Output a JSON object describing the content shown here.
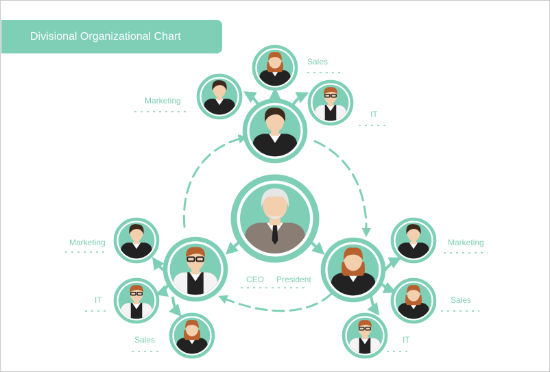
{
  "title": "Divisional Organizational Chart",
  "colors": {
    "accent": "#7ecfb5",
    "ring": "#7ecfb5",
    "skin": "#f3cfae",
    "hair_dark": "#3d2a1c",
    "hair_red": "#b8612f",
    "suit": "#222222",
    "ceo_suit": "#8a7e74"
  },
  "center": {
    "role": "CEO",
    "label_ceo": "CEO",
    "label_president": "President"
  },
  "divisions": [
    {
      "id": "top",
      "head": "male",
      "members": [
        {
          "label": "Marketing",
          "avatar": "male"
        },
        {
          "label": "Sales",
          "avatar": "female"
        },
        {
          "label": "IT",
          "avatar": "glasses"
        }
      ]
    },
    {
      "id": "left",
      "head": "glasses",
      "members": [
        {
          "label": "Marketing",
          "avatar": "male"
        },
        {
          "label": "IT",
          "avatar": "glasses"
        },
        {
          "label": "Sales",
          "avatar": "female"
        }
      ]
    },
    {
      "id": "right",
      "head": "female",
      "members": [
        {
          "label": "Marketing",
          "avatar": "male"
        },
        {
          "label": "Sales",
          "avatar": "female"
        },
        {
          "label": "IT",
          "avatar": "glasses"
        }
      ]
    }
  ]
}
